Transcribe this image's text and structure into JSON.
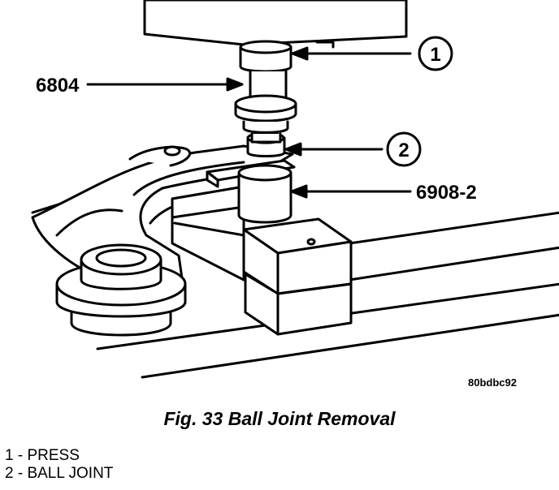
{
  "diagram": {
    "callouts": [
      {
        "number": "1"
      },
      {
        "number": "2"
      }
    ],
    "tool_labels": [
      "6804",
      "6908-2"
    ],
    "reference_code": "80bdbc92"
  },
  "caption": "Fig. 33 Ball Joint Removal",
  "legend": [
    {
      "text": "1 - PRESS"
    },
    {
      "text": "2 - BALL JOINT"
    }
  ]
}
